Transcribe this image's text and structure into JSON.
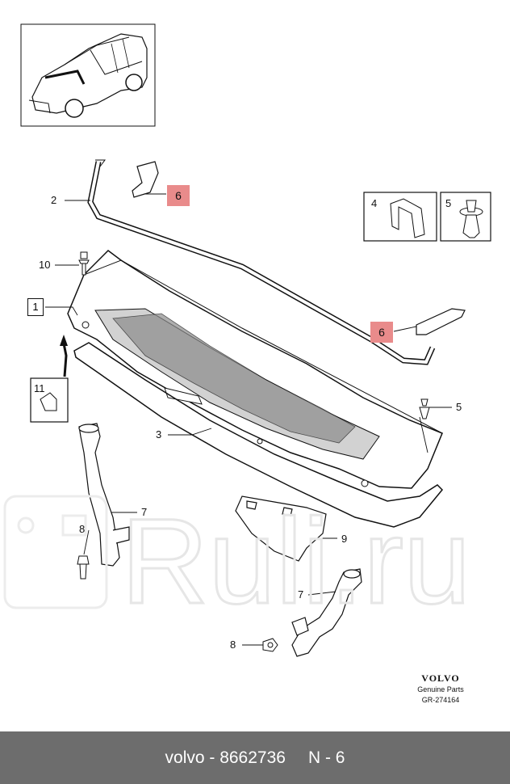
{
  "callouts": {
    "c1": "1",
    "c2": "2",
    "c3": "3",
    "c4": "4",
    "c5a": "5",
    "c5b": "5",
    "c6a": "6",
    "c6b": "6",
    "c7a": "7",
    "c7b": "7",
    "c8a": "8",
    "c8b": "8",
    "c9": "9",
    "c10": "10",
    "c11": "11"
  },
  "brand": {
    "logo": "VOLVO",
    "tagline": "Genuine Parts",
    "code": "GR-274164"
  },
  "watermark": {
    "text": "Ruli.ru"
  },
  "footer": {
    "part_label": "volvo - 8662736",
    "position_label": "N - 6"
  },
  "colors": {
    "highlight": "#e98b8b",
    "footer_bg": "#6d6d6d",
    "line": "#111111"
  }
}
